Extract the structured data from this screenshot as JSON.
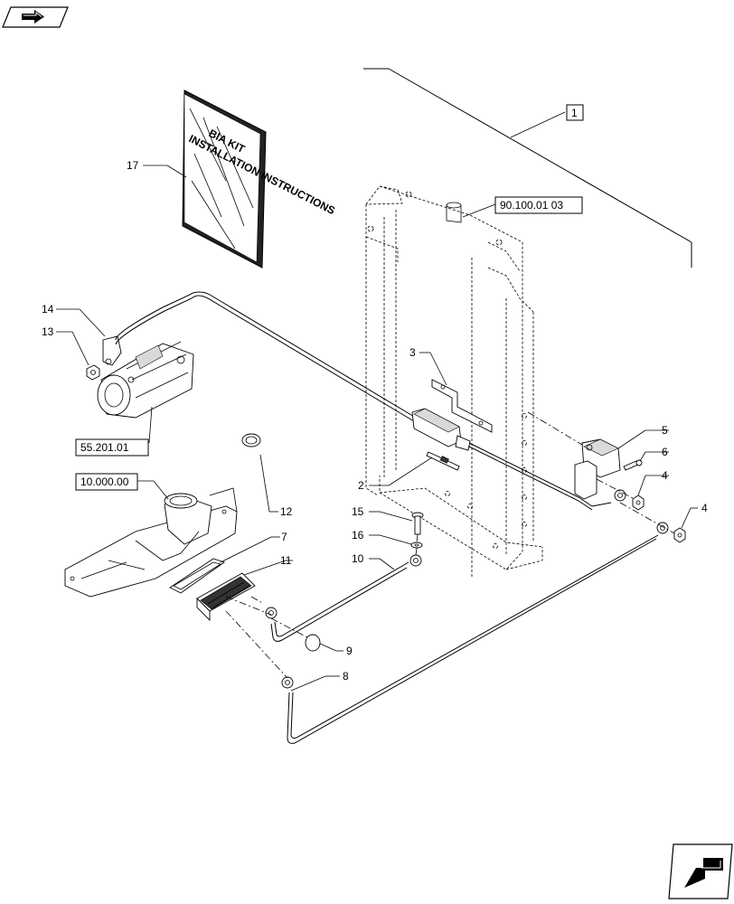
{
  "diagram": {
    "callouts": [
      {
        "id": "c1",
        "text": "1"
      },
      {
        "id": "c2",
        "text": "2"
      },
      {
        "id": "c3",
        "text": "3"
      },
      {
        "id": "c4a",
        "text": "4"
      },
      {
        "id": "c4b",
        "text": "4"
      },
      {
        "id": "c5",
        "text": "5"
      },
      {
        "id": "c6",
        "text": "6"
      },
      {
        "id": "c7",
        "text": "7"
      },
      {
        "id": "c8",
        "text": "8"
      },
      {
        "id": "c9",
        "text": "9"
      },
      {
        "id": "c10",
        "text": "10"
      },
      {
        "id": "c11",
        "text": "11"
      },
      {
        "id": "c12",
        "text": "12"
      },
      {
        "id": "c13",
        "text": "13"
      },
      {
        "id": "c14",
        "text": "14"
      },
      {
        "id": "c15",
        "text": "15"
      },
      {
        "id": "c16",
        "text": "16"
      },
      {
        "id": "c17",
        "text": "17"
      }
    ],
    "references": [
      {
        "id": "r1",
        "text": "90.100.01 03"
      },
      {
        "id": "r2",
        "text": "55.201.01"
      },
      {
        "id": "r3",
        "text": "10.000.00"
      }
    ],
    "manual": {
      "line1": "BIA KIT",
      "line2": "INSTALLATION INSTRUCTIONS"
    },
    "nav": {
      "top_icon": "arrow-forward-icon",
      "bottom_icon": "arrow-back-icon"
    }
  }
}
